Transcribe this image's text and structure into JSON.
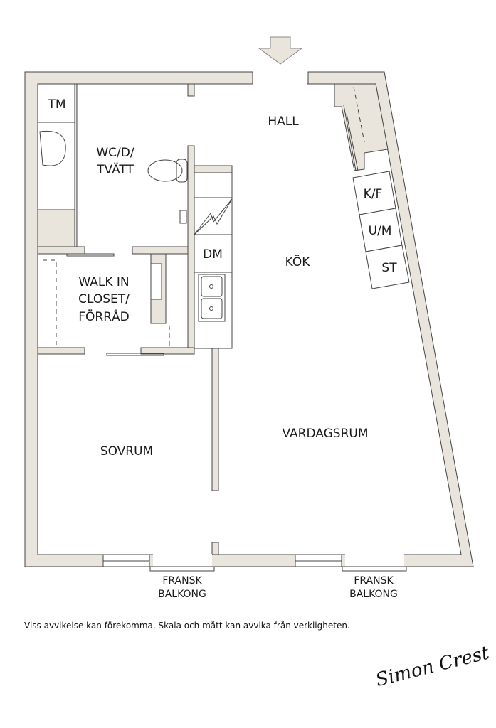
{
  "rooms": {
    "tm": "TM",
    "wc_line1": "WC/D/",
    "wc_line2": "TVÄTT",
    "hall": "HALL",
    "kok": "KÖK",
    "dm": "DM",
    "kf": "K/F",
    "um": "U/M",
    "st": "ST",
    "closet_line1": "WALK IN",
    "closet_line2": "CLOSET/",
    "closet_line3": "FÖRRÅD",
    "sovrum": "SOVRUM",
    "vardagsrum": "VARDAGSRUM"
  },
  "balconies": [
    {
      "line1": "FRANSK",
      "line2": "BALKONG"
    },
    {
      "line1": "FRANSK",
      "line2": "BALKONG"
    }
  ],
  "disclaimer": "Viss avvikelse kan förekomma. Skala och mått kan avvika från verkligheten.",
  "signature": "Simon Crest",
  "colors": {
    "wall": "#e9e5dc",
    "line": "#444444"
  }
}
